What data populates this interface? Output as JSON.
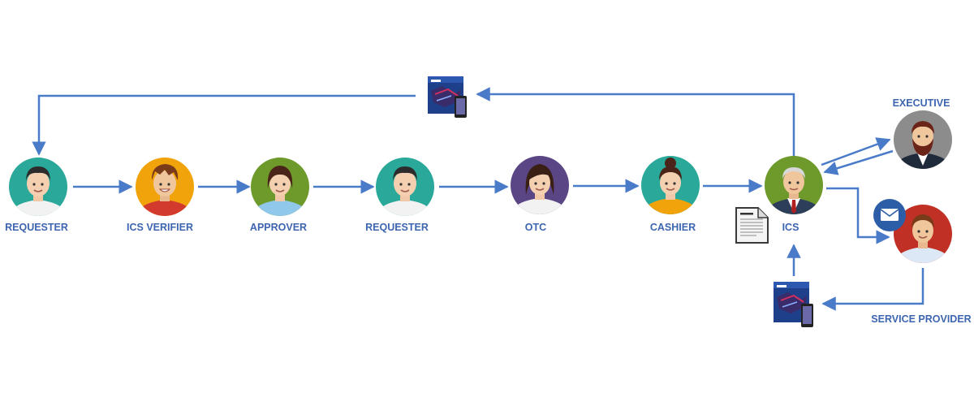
{
  "nodes": {
    "requester_1": {
      "label": "REQUESTER",
      "bg": "#2aa89a"
    },
    "ics_verifier": {
      "label": "ICS VERIFIER",
      "bg": "#f0a30a"
    },
    "approver": {
      "label": "APPROVER",
      "bg": "#6e9a2c"
    },
    "requester_2": {
      "label": "REQUESTER",
      "bg": "#2aa89a"
    },
    "otc": {
      "label": "OTC",
      "bg": "#5a4585"
    },
    "cashier": {
      "label": "CASHIER",
      "bg": "#2aa89a"
    },
    "ics": {
      "label": "ICS",
      "bg": "#6e9a2c"
    },
    "executive": {
      "label": "EXECUTIVE",
      "bg": "#8c8c8c"
    },
    "service_provider": {
      "label": "SERVICE PROVIDER",
      "bg": "#c03024"
    }
  },
  "icons": [
    "product-box-icon",
    "document-icon",
    "email-icon"
  ],
  "colors": {
    "arrow": "#4a7bc8",
    "label": "#3d65b0"
  }
}
